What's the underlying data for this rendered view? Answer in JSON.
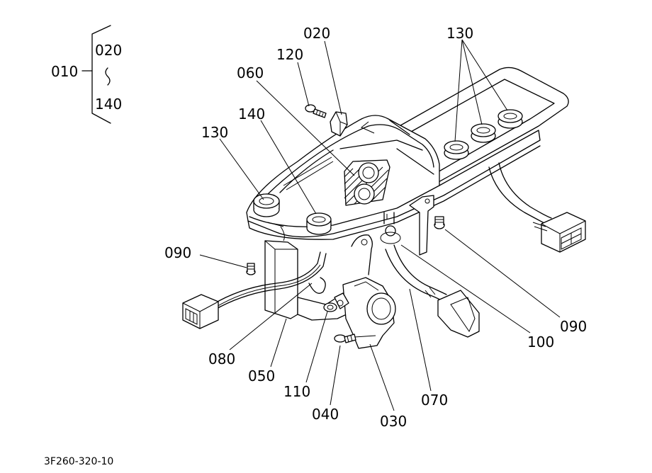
{
  "legend": {
    "assembly": "010",
    "from": "020",
    "to": "140"
  },
  "callouts": {
    "c020": "020",
    "c120": "120",
    "c130_top": "130",
    "c060": "060",
    "c140": "140",
    "c130_left": "130",
    "c090_left": "090",
    "c090_right": "090",
    "c080": "080",
    "c050": "050",
    "c110": "110",
    "c040": "040",
    "c030": "030",
    "c070": "070",
    "c100": "100"
  },
  "diagram_code": "3F260-320-10"
}
